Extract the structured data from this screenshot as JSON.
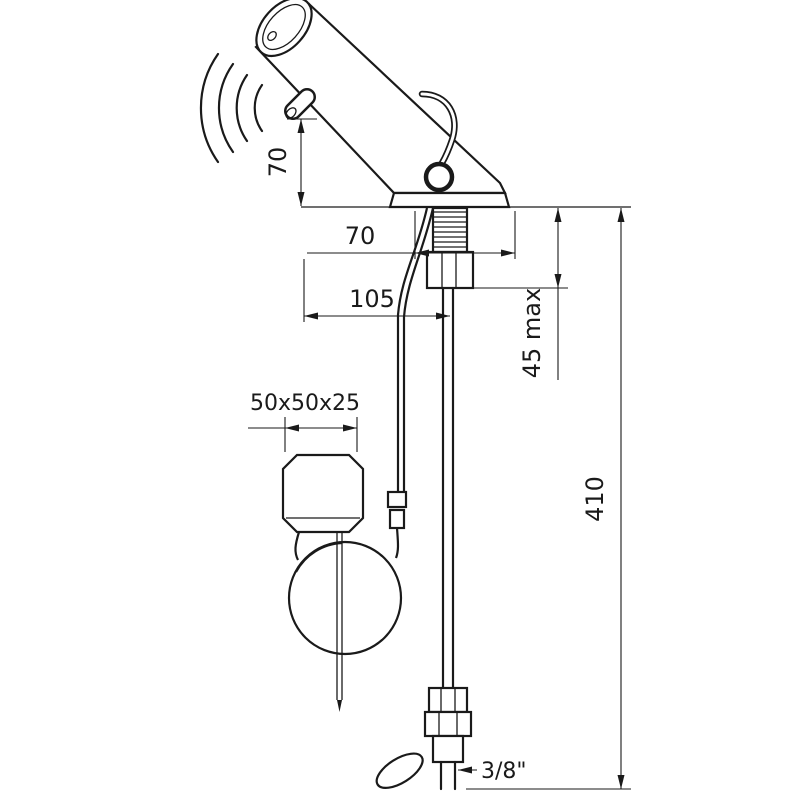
{
  "diagram": {
    "dimensions": {
      "spout_height": "70",
      "base_offset": "70",
      "reach": "105",
      "deck_thickness": "45 max",
      "total_height": "410",
      "control_box": "50x50x25",
      "inlet_connection": "3/8\""
    },
    "colors": {
      "line": "#1a1a1a",
      "background": "#ffffff"
    }
  }
}
